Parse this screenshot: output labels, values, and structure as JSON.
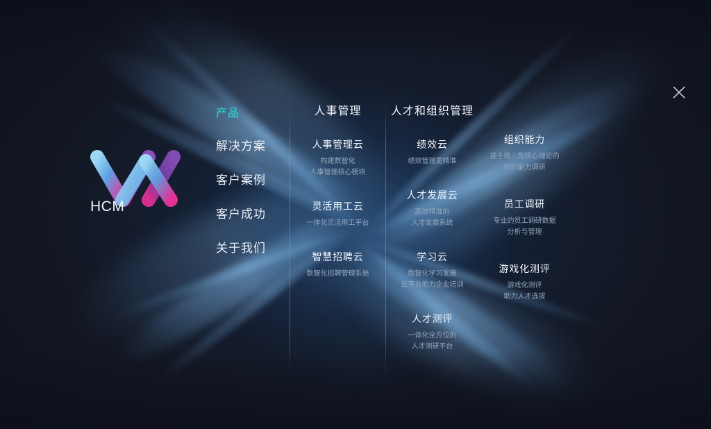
{
  "brand": {
    "logo_text": "HCM",
    "logo_icon": "hcm-crossed-w-logo",
    "colors": {
      "stroke_blue": "#7ec8f0",
      "stroke_magenta": "#f0309a",
      "stroke_purple": "#7b3fa8"
    }
  },
  "close": {
    "icon": "close-icon",
    "label": "×"
  },
  "nav": {
    "items": [
      {
        "label": "产品",
        "active": true
      },
      {
        "label": "解决方案",
        "active": false
      },
      {
        "label": "客户案例",
        "active": false
      },
      {
        "label": "客户成功",
        "active": false
      },
      {
        "label": "关于我们",
        "active": false
      }
    ]
  },
  "columns": [
    {
      "header": "人事管理",
      "items": [
        {
          "title": "人事管理云",
          "desc_lines": [
            "构建数智化",
            "人事管理核心模块"
          ]
        },
        {
          "title": "灵活用工云",
          "desc_lines": [
            "一体化灵活用工平台"
          ]
        },
        {
          "title": "智慧招聘云",
          "desc_lines": [
            "数智化招聘管理系统"
          ]
        }
      ]
    },
    {
      "header": "人才和组织管理",
      "items": [
        {
          "title": "绩效云",
          "desc_lines": [
            "绩效管理更精准"
          ]
        },
        {
          "title": "人才发展云",
          "desc_lines": [
            "高效精准的",
            "人才发展系统"
          ]
        },
        {
          "title": "学习云",
          "desc_lines": [
            "数智化学习发展",
            "云平台助力企业培训"
          ]
        },
        {
          "title": "人才测评",
          "desc_lines": [
            "一体化全方位的",
            "人才测研平台"
          ]
        }
      ]
    },
    {
      "header": "",
      "items": [
        {
          "title": "组织能力",
          "desc_lines": [
            "基于杨三角核心理论的",
            "组织能力调研"
          ]
        },
        {
          "title": "员工调研",
          "desc_lines": [
            "专业的员工调研数据",
            "分析与管理"
          ]
        },
        {
          "title": "游戏化测评",
          "desc_lines": [
            "游戏化测评",
            "助力人才选拔"
          ]
        }
      ]
    }
  ],
  "theme": {
    "background": "#141824",
    "accent": "#22e2d8",
    "title_color": "#f2f6fb",
    "desc_color": "#93a6bd"
  }
}
